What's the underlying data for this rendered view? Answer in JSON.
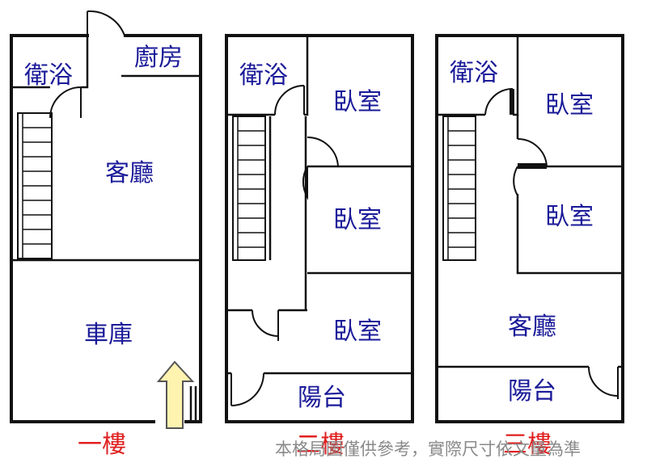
{
  "floors": [
    {
      "label": "一樓",
      "rooms": [
        "衛浴",
        "廚房",
        "客廳",
        "車庫"
      ]
    },
    {
      "label": "二樓",
      "rooms": [
        "衛浴",
        "臥室",
        "臥室",
        "臥室",
        "陽台"
      ]
    },
    {
      "label": "三樓",
      "rooms": [
        "衛浴",
        "臥室",
        "臥室",
        "客廳",
        "陽台"
      ]
    }
  ],
  "disclaimer": "本格局圖僅供參考，實際尺寸依文量為準",
  "colors": {
    "room_text": "#1a1a99",
    "floor_label": "#e02020",
    "wall": "#111111",
    "entrance_arrow": "#fff3b0"
  },
  "icons": [
    "stairs-icon",
    "door-swing-icon",
    "entrance-arrow-icon"
  ]
}
